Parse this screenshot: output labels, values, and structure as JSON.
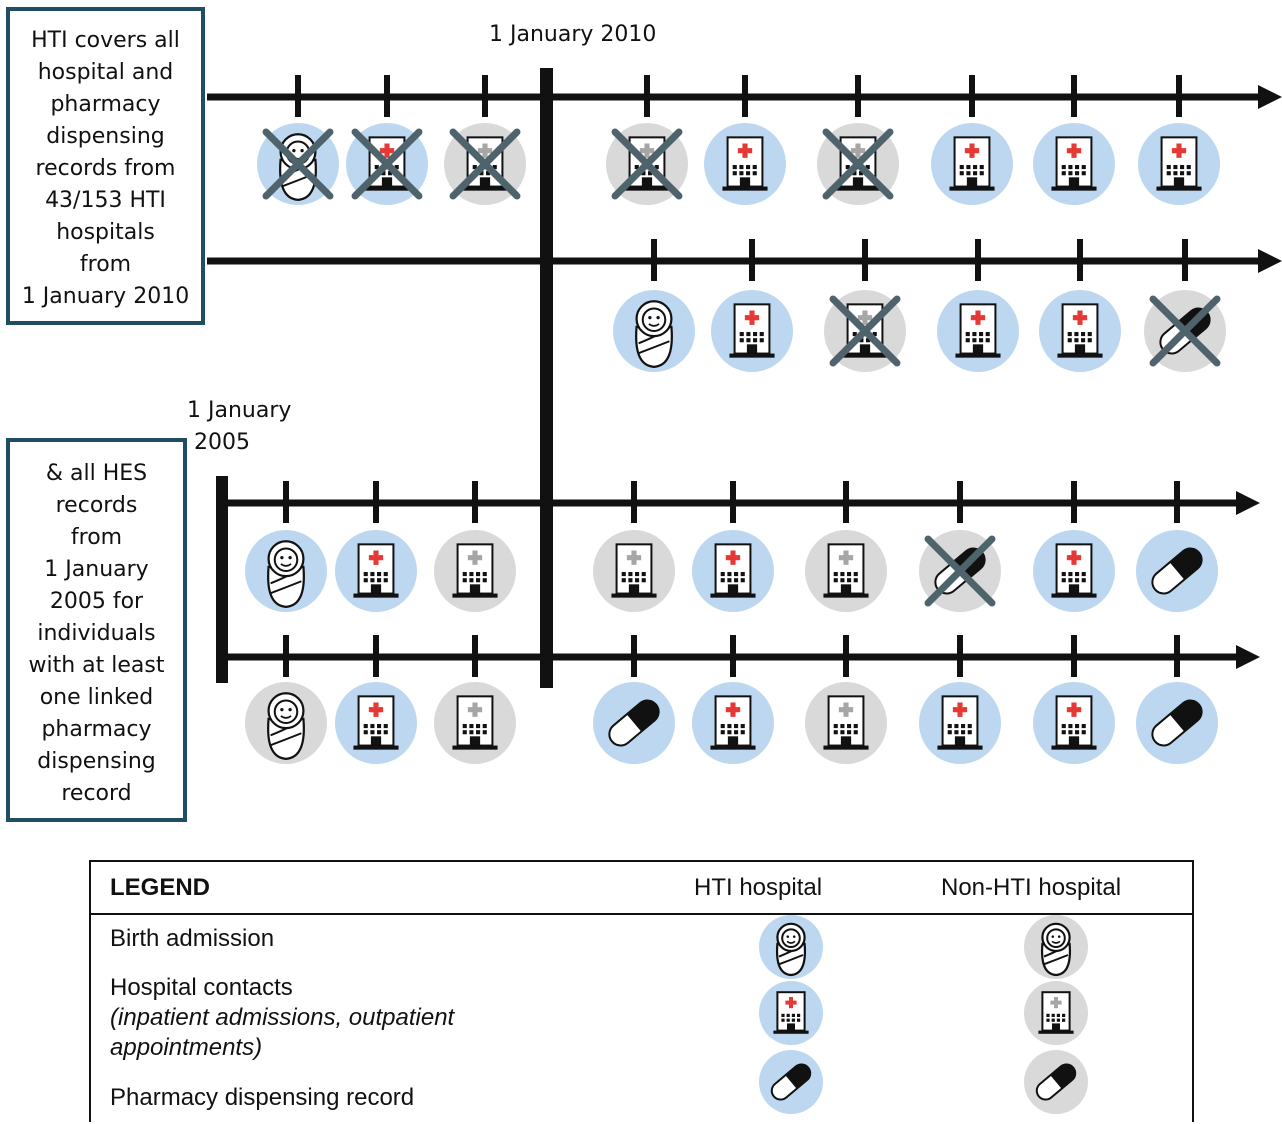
{
  "notes": {
    "hti_box": [
      "HTI covers all",
      "hospital and",
      "pharmacy",
      "dispensing",
      "records from",
      "43/153 HTI",
      "hospitals",
      "from",
      "1 January 2010"
    ],
    "hes_box": [
      "& all HES",
      "records",
      "from",
      "1 January",
      "2005 for",
      "individuals",
      "with at least",
      "one linked",
      "pharmacy",
      "dispensing",
      "record"
    ]
  },
  "dates": {
    "date_2010": "1 January 2010",
    "date_2005_line1": "1 January",
    "date_2005_line2": "2005"
  },
  "colors": {
    "hti_circle": "#bcd7ef",
    "non_hti_circle": "#d9d9d9",
    "cross": "#4f636d",
    "red_cross": "#e53935",
    "grey_cross": "#a6a6a6",
    "box_border": "#1f4e63"
  },
  "timelines": [
    {
      "name": "timeline-1",
      "events": [
        {
          "type": "birth",
          "hti": true,
          "excluded": true
        },
        {
          "type": "hospital",
          "hti": true,
          "excluded": true
        },
        {
          "type": "hospital",
          "hti": false,
          "excluded": true
        },
        {
          "type": "hospital",
          "hti": false,
          "excluded": true
        },
        {
          "type": "hospital",
          "hti": true,
          "excluded": false
        },
        {
          "type": "hospital",
          "hti": false,
          "excluded": true
        },
        {
          "type": "hospital",
          "hti": true,
          "excluded": false
        },
        {
          "type": "hospital",
          "hti": true,
          "excluded": false
        },
        {
          "type": "hospital",
          "hti": true,
          "excluded": false
        }
      ]
    },
    {
      "name": "timeline-2",
      "events": [
        {
          "type": "birth",
          "hti": true,
          "excluded": false
        },
        {
          "type": "hospital",
          "hti": true,
          "excluded": false
        },
        {
          "type": "hospital",
          "hti": false,
          "excluded": true
        },
        {
          "type": "hospital",
          "hti": true,
          "excluded": false
        },
        {
          "type": "hospital",
          "hti": true,
          "excluded": false
        },
        {
          "type": "pill",
          "hti": false,
          "excluded": true
        }
      ]
    },
    {
      "name": "timeline-3",
      "events": [
        {
          "type": "birth",
          "hti": true,
          "excluded": false
        },
        {
          "type": "hospital",
          "hti": true,
          "excluded": false
        },
        {
          "type": "hospital",
          "hti": false,
          "excluded": false
        },
        {
          "type": "hospital",
          "hti": false,
          "excluded": false
        },
        {
          "type": "hospital",
          "hti": true,
          "excluded": false
        },
        {
          "type": "hospital",
          "hti": false,
          "excluded": false
        },
        {
          "type": "pill",
          "hti": false,
          "excluded": true
        },
        {
          "type": "hospital",
          "hti": true,
          "excluded": false
        },
        {
          "type": "pill",
          "hti": true,
          "excluded": false
        }
      ]
    },
    {
      "name": "timeline-4",
      "events": [
        {
          "type": "birth",
          "hti": false,
          "excluded": false
        },
        {
          "type": "hospital",
          "hti": true,
          "excluded": false
        },
        {
          "type": "hospital",
          "hti": false,
          "excluded": false
        },
        {
          "type": "pill",
          "hti": true,
          "excluded": false
        },
        {
          "type": "hospital",
          "hti": true,
          "excluded": false
        },
        {
          "type": "hospital",
          "hti": false,
          "excluded": false
        },
        {
          "type": "hospital",
          "hti": true,
          "excluded": false
        },
        {
          "type": "hospital",
          "hti": true,
          "excluded": false
        },
        {
          "type": "pill",
          "hti": true,
          "excluded": false
        }
      ]
    }
  ],
  "legend": {
    "title": "LEGEND",
    "col_hti": "HTI hospital",
    "col_non_hti": "Non-HTI hospital",
    "rows": [
      {
        "type": "birth",
        "label": "Birth admission",
        "sub": ""
      },
      {
        "type": "hospital",
        "label": "Hospital contacts",
        "sub1": "(inpatient admissions, outpatient",
        "sub2": "appointments)"
      },
      {
        "type": "pill",
        "label": "Pharmacy dispensing record",
        "sub": ""
      }
    ]
  }
}
